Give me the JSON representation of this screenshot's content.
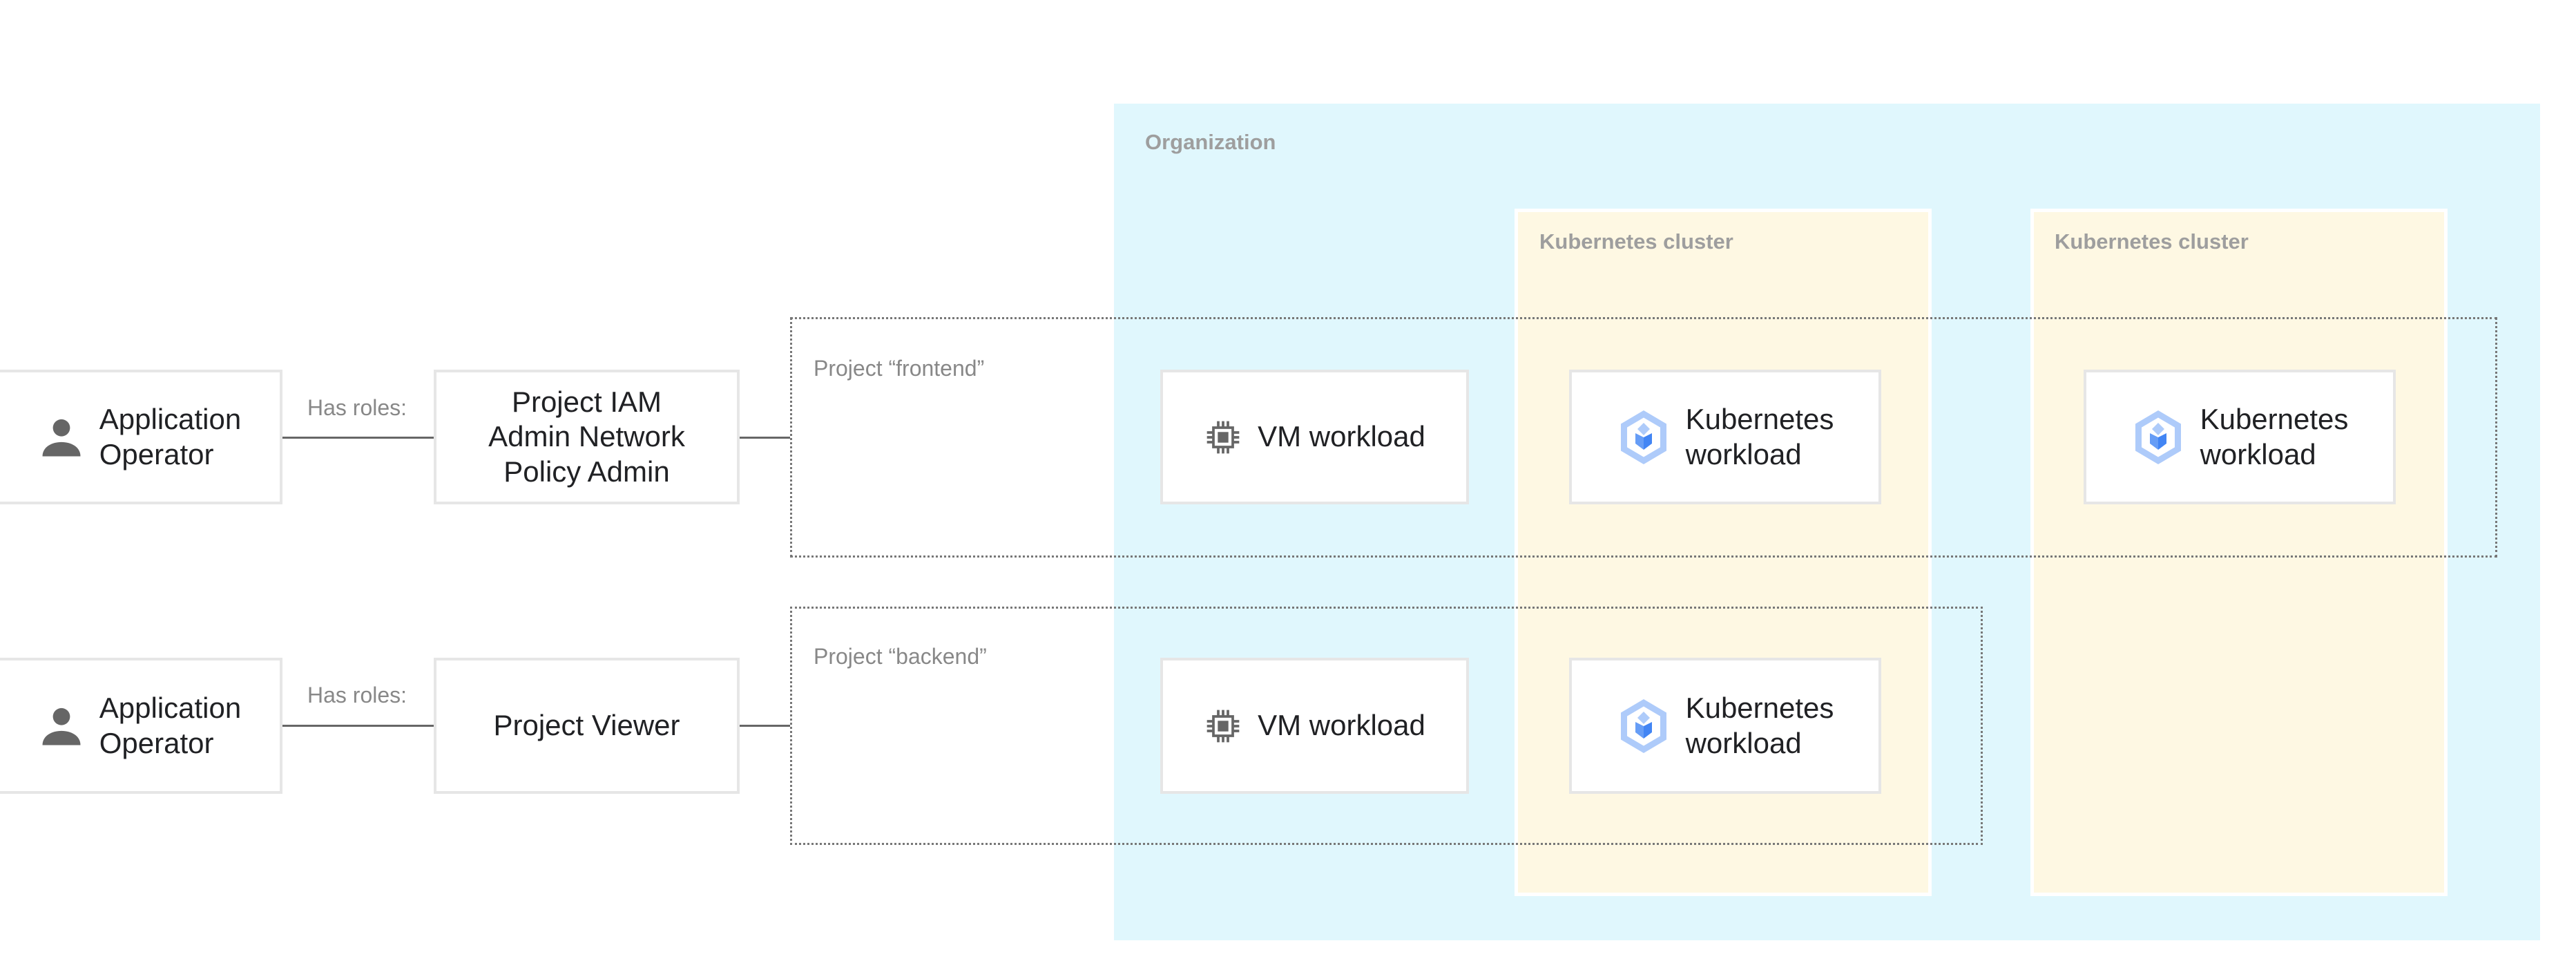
{
  "organization": {
    "label": "Organization"
  },
  "clusters": [
    {
      "label": "Kubernetes cluster"
    },
    {
      "label": "Kubernetes cluster"
    }
  ],
  "projects": [
    {
      "label": "Project “frontend”"
    },
    {
      "label": "Project “backend”"
    }
  ],
  "operators": [
    {
      "line1": "Application",
      "line2": "Operator",
      "icon": "person-icon",
      "relation": "Has roles:",
      "role": "Project IAM Admin Network Policy Admin",
      "role_lines": [
        "Project IAM",
        "Admin Network",
        "Policy Admin"
      ]
    },
    {
      "line1": "Application",
      "line2": "Operator",
      "icon": "person-icon",
      "relation": "Has roles:",
      "role": "Project Viewer"
    }
  ],
  "workloads": {
    "vm": "VM workload",
    "k8s_line1": "Kubernetes",
    "k8s_line2": "workload"
  },
  "colors": {
    "organization": "#e0f7fd",
    "cluster": "#fef8e3",
    "k8s_icon": "#4285f4"
  }
}
